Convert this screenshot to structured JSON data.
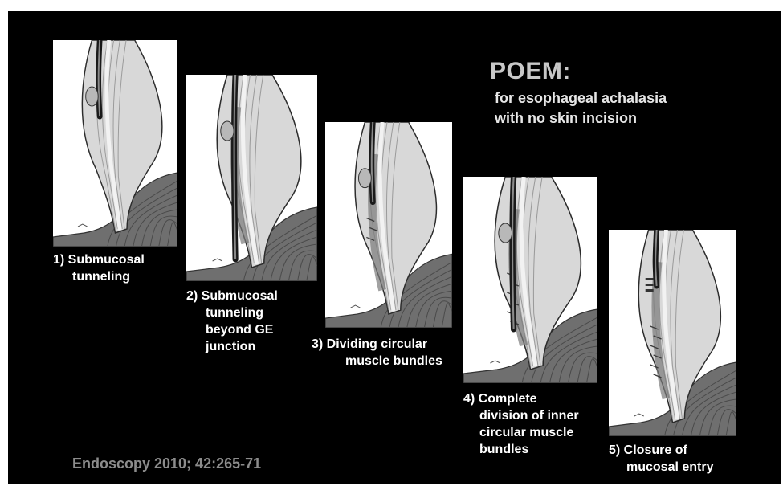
{
  "title": "POEM:",
  "subtitle": {
    "line1": "for esophageal achalasia",
    "line2": "with no skin incision"
  },
  "steps": [
    {
      "caption": [
        "1) Submucosal",
        "tunneling"
      ]
    },
    {
      "caption": [
        "2) Submucosal",
        "tunneling",
        "beyond GE",
        "junction"
      ]
    },
    {
      "caption": [
        "3) Dividing circular",
        "muscle bundles"
      ]
    },
    {
      "caption": [
        "4) Complete",
        "division of inner",
        "circular muscle",
        "bundles"
      ]
    },
    {
      "caption": [
        "5) Closure of",
        "mucosal entry"
      ]
    }
  ],
  "citation": "Endoscopy 2010; 42:265-71",
  "colors": {
    "background": "#000000",
    "panel": "#ffffff",
    "title": "#c8c8c8",
    "text": "#ffffff",
    "citation": "#8c8c8c"
  }
}
